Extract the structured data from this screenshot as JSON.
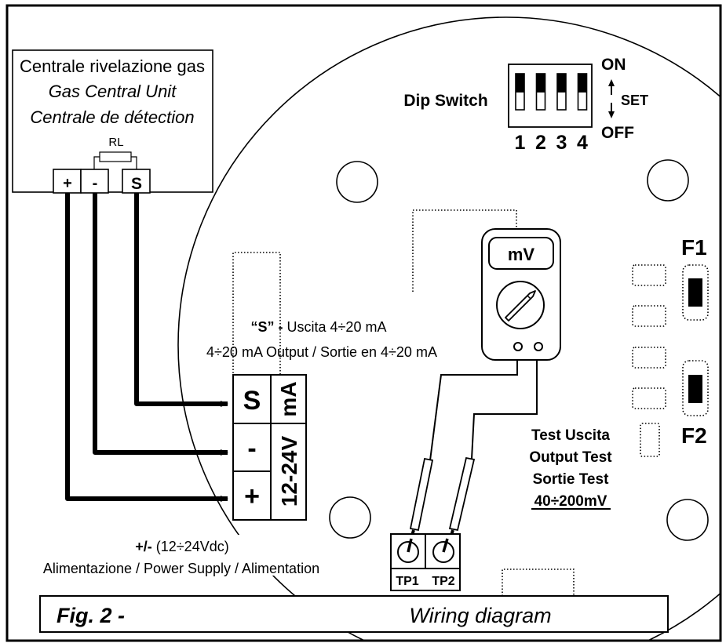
{
  "figure": {
    "number_label": "Fig. 2 -",
    "caption": "Wiring diagram"
  },
  "central_unit": {
    "lines": [
      "Centrale rivelazione gas",
      "Gas Central Unit",
      "Centrale de détection"
    ],
    "resistor_label": "RL",
    "terminals": [
      "+",
      "-",
      "S"
    ]
  },
  "dip_switch": {
    "label": "Dip Switch",
    "on_label": "ON",
    "off_label": "OFF",
    "set_label": "SET",
    "switches": [
      {
        "number": "1",
        "state": "ON"
      },
      {
        "number": "2",
        "state": "ON"
      },
      {
        "number": "3",
        "state": "ON"
      },
      {
        "number": "4",
        "state": "ON"
      }
    ]
  },
  "output_note": {
    "prefix": "“S” -",
    "line1": " Uscita 4÷20 mA",
    "line2": "4÷20 mA Output / Sortie en 4÷20 mA"
  },
  "sensor_terminal": {
    "rows": [
      "S",
      "-",
      "+"
    ],
    "side_labels": [
      "mA",
      "12-24V"
    ]
  },
  "power_note": {
    "prefix": "+/-",
    "line1": " (12÷24Vdc)",
    "line2": "Alimentazione / Power Supply / Alimentation"
  },
  "multimeter": {
    "display": "mV"
  },
  "test_points": [
    "TP1",
    "TP2"
  ],
  "test_note": {
    "lines": [
      "Test Uscita",
      "Output Test",
      "Sortie Test"
    ],
    "range": "40÷200mV"
  },
  "fuses": [
    "F1",
    "F2"
  ]
}
